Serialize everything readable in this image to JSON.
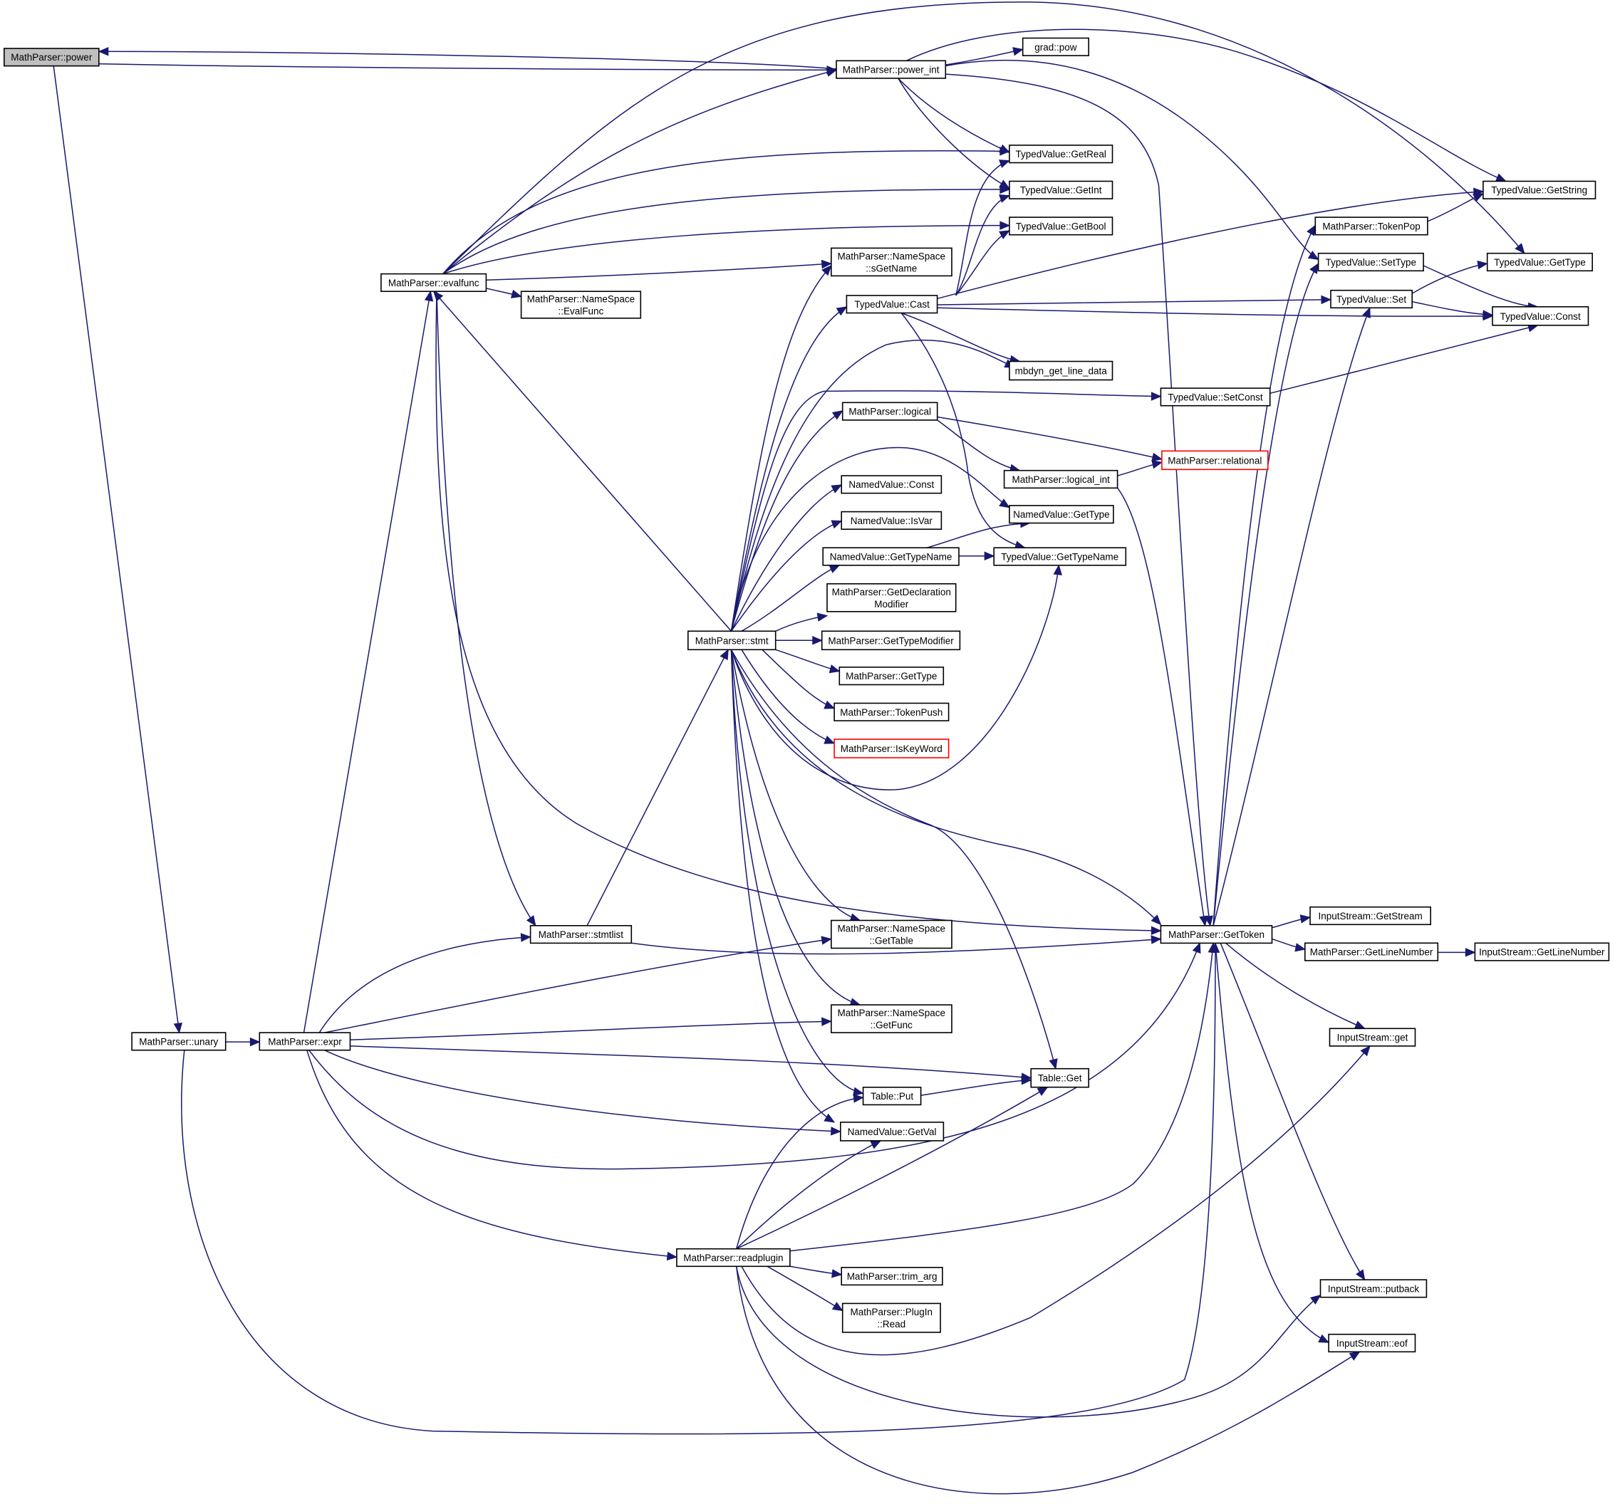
{
  "graph": {
    "edge_color": "#191970",
    "root_fill": "#bfbfbf",
    "truncated_border": "#ff0000",
    "nodes": [
      {
        "id": "power",
        "lines": [
          "MathParser::power"
        ],
        "style": "root"
      },
      {
        "id": "power_int",
        "lines": [
          "MathParser::power_int"
        ]
      },
      {
        "id": "gradpow",
        "lines": [
          "grad::pow"
        ]
      },
      {
        "id": "GetReal",
        "lines": [
          "TypedValue::GetReal"
        ]
      },
      {
        "id": "GetInt",
        "lines": [
          "TypedValue::GetInt"
        ]
      },
      {
        "id": "GetBool",
        "lines": [
          "TypedValue::GetBool"
        ]
      },
      {
        "id": "GetString",
        "lines": [
          "TypedValue::GetString"
        ]
      },
      {
        "id": "TokenPop",
        "lines": [
          "MathParser::TokenPop"
        ]
      },
      {
        "id": "SetType",
        "lines": [
          "TypedValue::SetType"
        ]
      },
      {
        "id": "TVGetType",
        "lines": [
          "TypedValue::GetType"
        ]
      },
      {
        "id": "TVSet",
        "lines": [
          "TypedValue::Set"
        ]
      },
      {
        "id": "TVConst",
        "lines": [
          "TypedValue::Const"
        ]
      },
      {
        "id": "evalfunc",
        "lines": [
          "MathParser::evalfunc"
        ]
      },
      {
        "id": "sGetName",
        "lines": [
          "MathParser::NameSpace",
          "::sGetName"
        ]
      },
      {
        "id": "EvalFunc",
        "lines": [
          "MathParser::NameSpace",
          "::EvalFunc"
        ]
      },
      {
        "id": "Cast",
        "lines": [
          "TypedValue::Cast"
        ]
      },
      {
        "id": "mbdyn",
        "lines": [
          "mbdyn_get_line_data"
        ]
      },
      {
        "id": "SetConst",
        "lines": [
          "TypedValue::SetConst"
        ]
      },
      {
        "id": "logical",
        "lines": [
          "MathParser::logical"
        ]
      },
      {
        "id": "relational",
        "lines": [
          "MathParser::relational"
        ],
        "style": "truncated"
      },
      {
        "id": "logical_int",
        "lines": [
          "MathParser::logical_int"
        ]
      },
      {
        "id": "NVConst",
        "lines": [
          "NamedValue::Const"
        ]
      },
      {
        "id": "NVIsVar",
        "lines": [
          "NamedValue::IsVar"
        ]
      },
      {
        "id": "NVGetType",
        "lines": [
          "NamedValue::GetType"
        ]
      },
      {
        "id": "NVGetTypeName",
        "lines": [
          "NamedValue::GetTypeName"
        ]
      },
      {
        "id": "TVGetTypeName",
        "lines": [
          "TypedValue::GetTypeName"
        ]
      },
      {
        "id": "GetDeclMod",
        "lines": [
          "MathParser::GetDeclaration",
          "Modifier"
        ]
      },
      {
        "id": "stmt",
        "lines": [
          "MathParser::stmt"
        ]
      },
      {
        "id": "GetTypeModifier",
        "lines": [
          "MathParser::GetTypeModifier"
        ]
      },
      {
        "id": "MPGetType",
        "lines": [
          "MathParser::GetType"
        ]
      },
      {
        "id": "TokenPush",
        "lines": [
          "MathParser::TokenPush"
        ]
      },
      {
        "id": "IsKeyWord",
        "lines": [
          "MathParser::IsKeyWord"
        ],
        "style": "truncated"
      },
      {
        "id": "stmtlist",
        "lines": [
          "MathParser::stmtlist"
        ]
      },
      {
        "id": "GetTable",
        "lines": [
          "MathParser::NameSpace",
          "::GetTable"
        ]
      },
      {
        "id": "GetToken",
        "lines": [
          "MathParser::GetToken"
        ]
      },
      {
        "id": "GetStream",
        "lines": [
          "InputStream::GetStream"
        ]
      },
      {
        "id": "MPGetLineNumber",
        "lines": [
          "MathParser::GetLineNumber"
        ]
      },
      {
        "id": "ISGetLineNumber",
        "lines": [
          "InputStream::GetLineNumber"
        ]
      },
      {
        "id": "unary",
        "lines": [
          "MathParser::unary"
        ]
      },
      {
        "id": "expr",
        "lines": [
          "MathParser::expr"
        ]
      },
      {
        "id": "GetFunc",
        "lines": [
          "MathParser::NameSpace",
          "::GetFunc"
        ]
      },
      {
        "id": "ISget",
        "lines": [
          "InputStream::get"
        ]
      },
      {
        "id": "TableGet",
        "lines": [
          "Table::Get"
        ]
      },
      {
        "id": "TablePut",
        "lines": [
          "Table::Put"
        ]
      },
      {
        "id": "NVGetVal",
        "lines": [
          "NamedValue::GetVal"
        ]
      },
      {
        "id": "readplugin",
        "lines": [
          "MathParser::readplugin"
        ]
      },
      {
        "id": "trim_arg",
        "lines": [
          "MathParser::trim_arg"
        ]
      },
      {
        "id": "PlugInRead",
        "lines": [
          "MathParser::PlugIn",
          "::Read"
        ]
      },
      {
        "id": "putback",
        "lines": [
          "InputStream::putback"
        ]
      },
      {
        "id": "eof",
        "lines": [
          "InputStream::eof"
        ]
      }
    ],
    "edges": [
      [
        "power",
        "unary"
      ],
      [
        "power_int",
        "power"
      ],
      [
        "power",
        "power_int"
      ],
      [
        "power_int",
        "gradpow"
      ],
      [
        "power_int",
        "GetReal"
      ],
      [
        "power_int",
        "GetInt"
      ],
      [
        "power_int",
        "GetString"
      ],
      [
        "power_int",
        "SetType"
      ],
      [
        "power_int",
        "GetToken"
      ],
      [
        "evalfunc",
        "power_int"
      ],
      [
        "evalfunc",
        "GetReal"
      ],
      [
        "evalfunc",
        "GetInt"
      ],
      [
        "evalfunc",
        "GetBool"
      ],
      [
        "evalfunc",
        "sGetName"
      ],
      [
        "evalfunc",
        "EvalFunc"
      ],
      [
        "evalfunc",
        "TVGetType"
      ],
      [
        "evalfunc",
        "stmtlist"
      ],
      [
        "evalfunc",
        "GetToken"
      ],
      [
        "Cast",
        "GetReal"
      ],
      [
        "Cast",
        "GetInt"
      ],
      [
        "Cast",
        "GetBool"
      ],
      [
        "Cast",
        "GetString"
      ],
      [
        "Cast",
        "TVSet"
      ],
      [
        "Cast",
        "TVConst"
      ],
      [
        "Cast",
        "mbdyn"
      ],
      [
        "Cast",
        "TVGetTypeName"
      ],
      [
        "TokenPop",
        "GetString"
      ],
      [
        "SetType",
        "TVConst"
      ],
      [
        "TVSet",
        "TVGetType"
      ],
      [
        "TVSet",
        "TVConst"
      ],
      [
        "SetConst",
        "TVConst"
      ],
      [
        "logical",
        "relational"
      ],
      [
        "logical",
        "logical_int"
      ],
      [
        "logical_int",
        "relational"
      ],
      [
        "logical_int",
        "GetToken"
      ],
      [
        "NVGetTypeName",
        "NVGetType"
      ],
      [
        "NVGetTypeName",
        "TVGetTypeName"
      ],
      [
        "stmt",
        "evalfunc"
      ],
      [
        "stmt",
        "sGetName"
      ],
      [
        "stmt",
        "Cast"
      ],
      [
        "stmt",
        "mbdyn"
      ],
      [
        "stmt",
        "SetConst"
      ],
      [
        "stmt",
        "logical"
      ],
      [
        "stmt",
        "NVGetType"
      ],
      [
        "stmt",
        "NVConst"
      ],
      [
        "stmt",
        "NVIsVar"
      ],
      [
        "stmt",
        "NVGetTypeName"
      ],
      [
        "stmt",
        "GetDeclMod"
      ],
      [
        "stmt",
        "GetTypeModifier"
      ],
      [
        "stmt",
        "MPGetType"
      ],
      [
        "stmt",
        "TokenPush"
      ],
      [
        "stmt",
        "IsKeyWord"
      ],
      [
        "stmt",
        "TVGetTypeName"
      ],
      [
        "stmt",
        "GetToken"
      ],
      [
        "stmt",
        "TableGet"
      ],
      [
        "stmt",
        "GetTable"
      ],
      [
        "stmt",
        "GetFunc"
      ],
      [
        "stmt",
        "TablePut"
      ],
      [
        "stmt",
        "NVGetVal"
      ],
      [
        "stmtlist",
        "stmt"
      ],
      [
        "stmtlist",
        "GetToken"
      ],
      [
        "GetToken",
        "TokenPop"
      ],
      [
        "GetToken",
        "SetType"
      ],
      [
        "GetToken",
        "TVSet"
      ],
      [
        "GetToken",
        "GetStream"
      ],
      [
        "GetToken",
        "MPGetLineNumber"
      ],
      [
        "GetToken",
        "ISget"
      ],
      [
        "GetToken",
        "putback"
      ],
      [
        "GetToken",
        "eof"
      ],
      [
        "MPGetLineNumber",
        "ISGetLineNumber"
      ],
      [
        "unary",
        "expr"
      ],
      [
        "unary",
        "GetToken"
      ],
      [
        "expr",
        "evalfunc"
      ],
      [
        "expr",
        "stmtlist"
      ],
      [
        "expr",
        "GetTable"
      ],
      [
        "expr",
        "GetFunc"
      ],
      [
        "expr",
        "TableGet"
      ],
      [
        "expr",
        "NVGetVal"
      ],
      [
        "expr",
        "GetToken"
      ],
      [
        "expr",
        "readplugin"
      ],
      [
        "TablePut",
        "TableGet"
      ],
      [
        "readplugin",
        "TablePut"
      ],
      [
        "readplugin",
        "NVGetVal"
      ],
      [
        "readplugin",
        "TableGet"
      ],
      [
        "readplugin",
        "GetToken"
      ],
      [
        "readplugin",
        "trim_arg"
      ],
      [
        "readplugin",
        "PlugInRead"
      ],
      [
        "readplugin",
        "ISget"
      ],
      [
        "readplugin",
        "putback"
      ],
      [
        "readplugin",
        "eof"
      ]
    ]
  }
}
